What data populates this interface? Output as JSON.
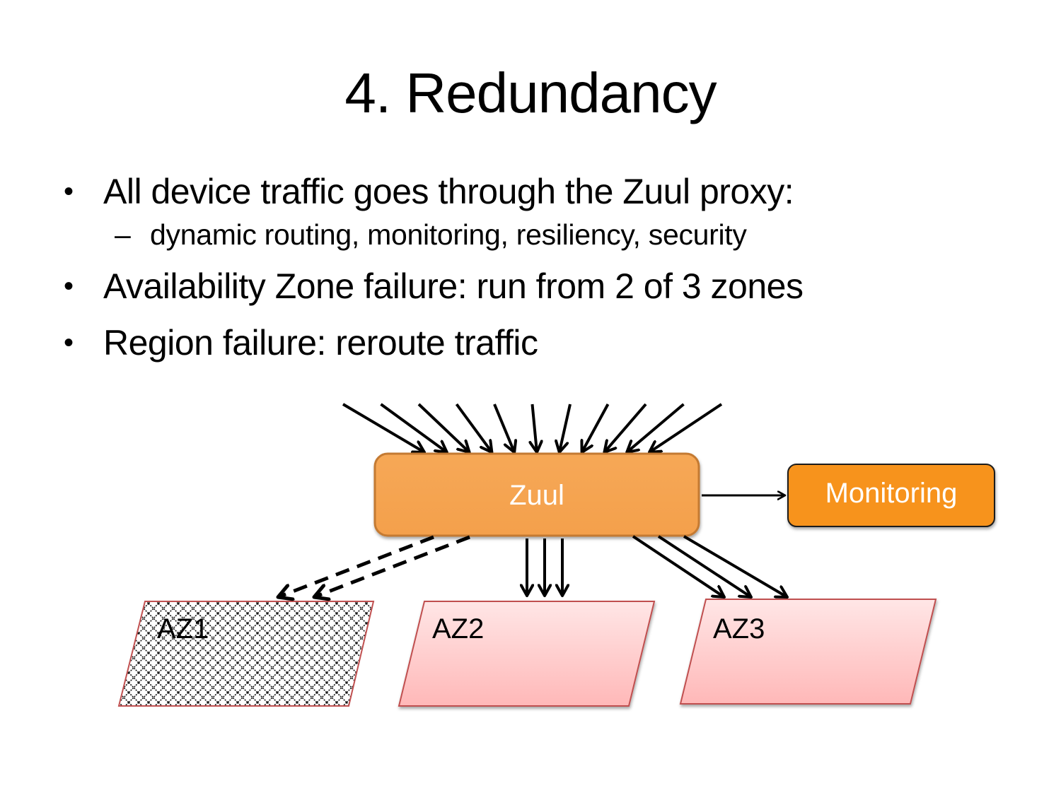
{
  "slide": {
    "title": "4. Redundancy",
    "bullets": [
      {
        "text": "All device traffic goes through the Zuul proxy:",
        "sub": [
          {
            "text": "dynamic routing, monitoring, resiliency, security"
          }
        ]
      },
      {
        "text": "Availability Zone failure: run from 2 of 3 zones",
        "sub": []
      },
      {
        "text": "Region failure: reroute traffic",
        "sub": []
      }
    ],
    "bullet_glyph": "•",
    "sub_bullet_glyph": "–"
  },
  "diagram": {
    "proxy": {
      "label": "Zuul",
      "fill": "#f5a552",
      "stroke": "#c97c32",
      "text_color": "#ffffff"
    },
    "monitor": {
      "label": "Monitoring",
      "fill": "#f7931e",
      "stroke": "#1a1a1a",
      "text_color": "#ffffff"
    },
    "incoming_arrow_count": 11,
    "zones": [
      {
        "label": "AZ1",
        "status": "failed",
        "pattern": "crosshatch",
        "incoming_arrows": 2,
        "arrow_style": "dashed"
      },
      {
        "label": "AZ2",
        "status": "healthy",
        "pattern": "pink-gradient",
        "incoming_arrows": 3,
        "arrow_style": "solid"
      },
      {
        "label": "AZ3",
        "status": "healthy",
        "pattern": "pink-gradient",
        "incoming_arrows": 3,
        "arrow_style": "solid"
      }
    ],
    "colors": {
      "zone_top": "#ffe6e6",
      "zone_bottom": "#ffb8b8",
      "zone_stroke": "#c05050",
      "arrow": "#000000"
    }
  }
}
